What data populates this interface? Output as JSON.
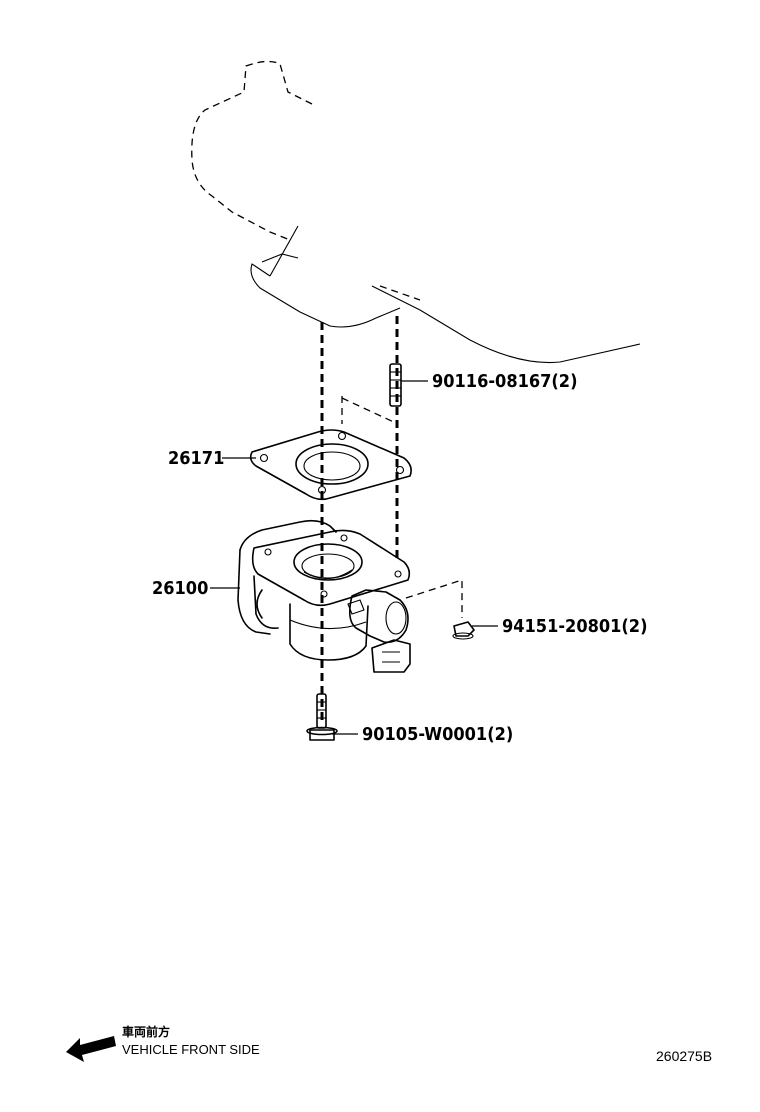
{
  "diagram": {
    "parts": [
      {
        "id": "stud",
        "number": "90116-08167(2)"
      },
      {
        "id": "gasket",
        "number": "26171"
      },
      {
        "id": "throttle-body",
        "number": "26100"
      },
      {
        "id": "nut",
        "number": "94151-20801(2)"
      },
      {
        "id": "bolt",
        "number": "90105-W0001(2)"
      }
    ],
    "orientation": {
      "label_jp": "車両前方",
      "label_en": "VEHICLE FRONT SIDE"
    },
    "figure_code": "260275B"
  }
}
